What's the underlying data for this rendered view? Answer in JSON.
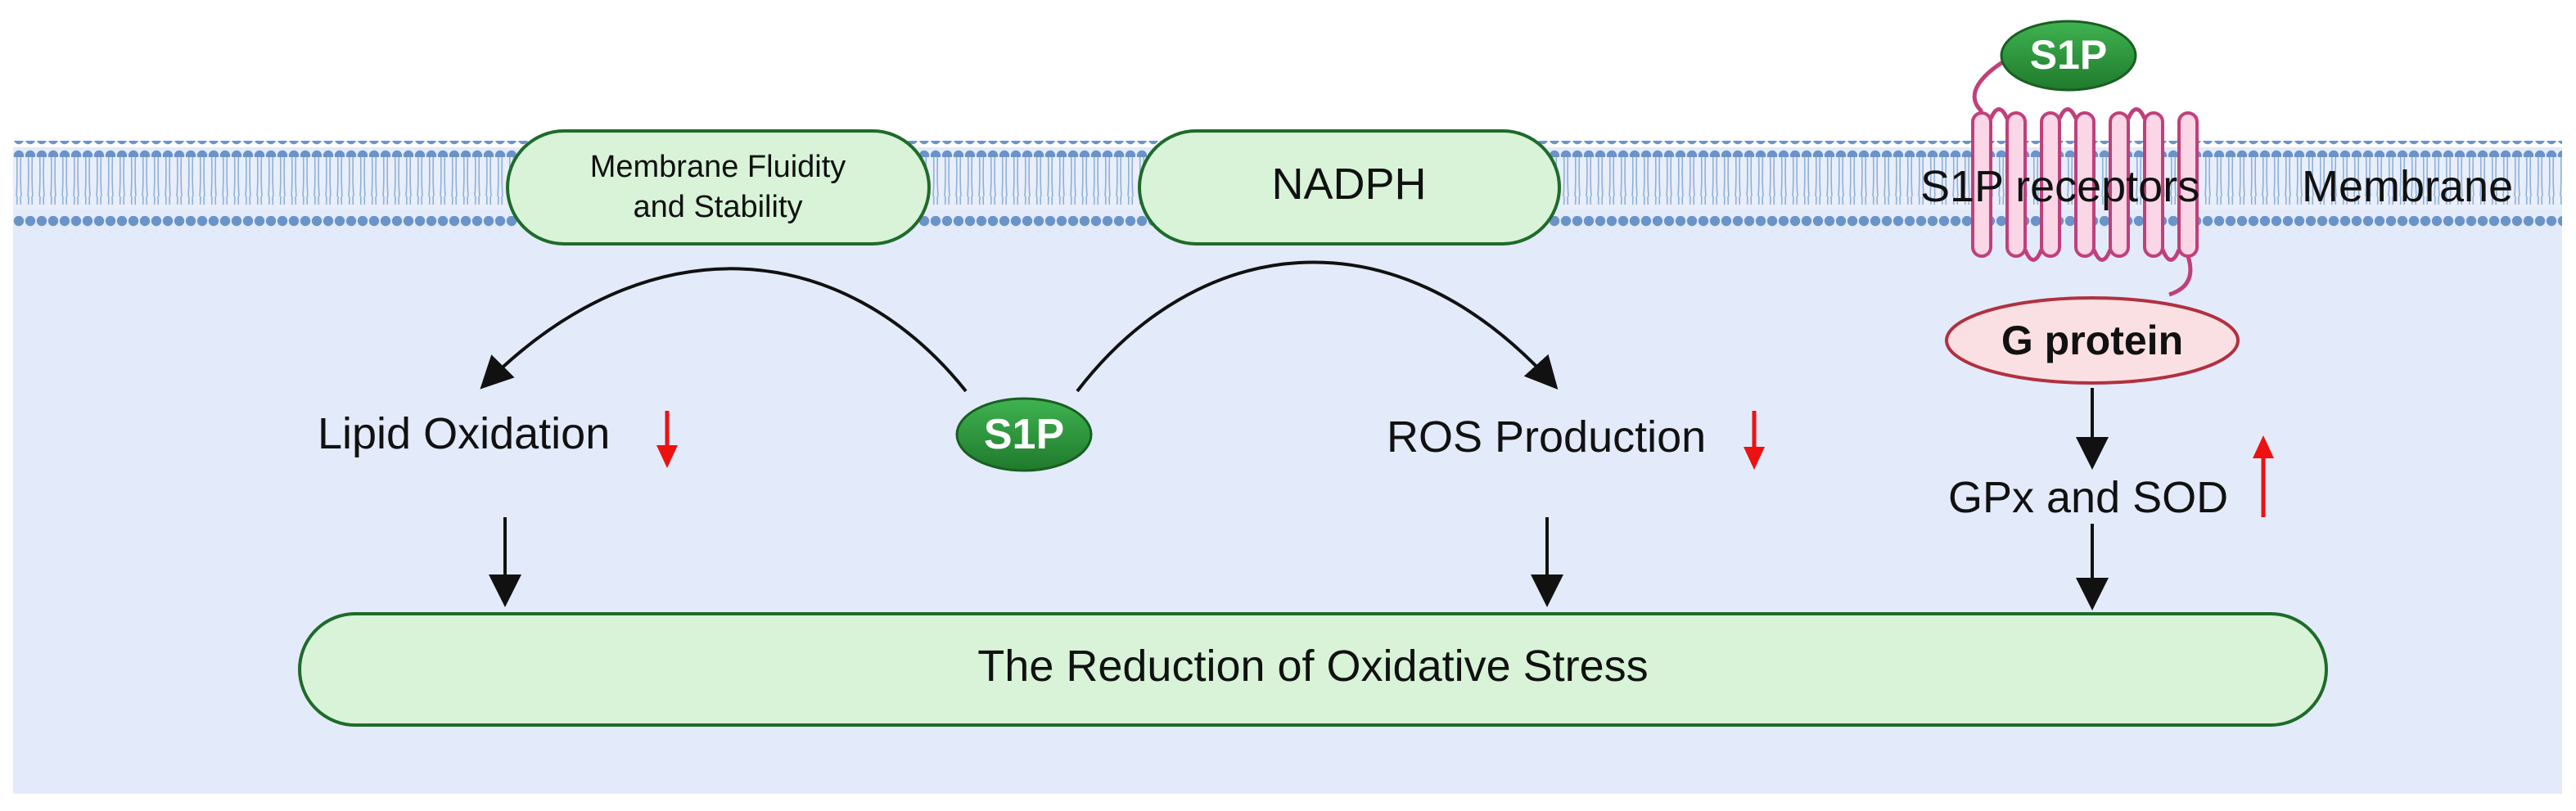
{
  "labels": {
    "s1p_top": "S1P",
    "membrane_fluidity_line1": "Membrane Fluidity",
    "membrane_fluidity_line2": "and Stability",
    "nadph": "NADPH",
    "s1p_receptors": "S1P receptors",
    "membrane": "Membrane",
    "g_protein": "G protein",
    "lipid_oxidation": "Lipid Oxidation",
    "s1p_center": "S1P",
    "ros_production": "ROS Production",
    "gpx_sod": "GPx and SOD",
    "reduction": "The Reduction of Oxidative Stress"
  },
  "indicators": {
    "lipid_oxidation": "down",
    "ros_production": "down",
    "gpx_sod": "up"
  },
  "colors": {
    "cell_background": "#e3ebfa",
    "membrane_head": "#6a93c9",
    "pill_fill": "#d8f3d8",
    "pill_stroke": "#1f6b2a",
    "s1p_fill": "#2f9a40",
    "receptor": "#c0407a",
    "receptor_fill": "#fbd6e6",
    "gprotein_fill": "#fbe0e3",
    "gprotein_stroke": "#b23040",
    "arrow": "#111111",
    "indicator": "#ee1111"
  }
}
